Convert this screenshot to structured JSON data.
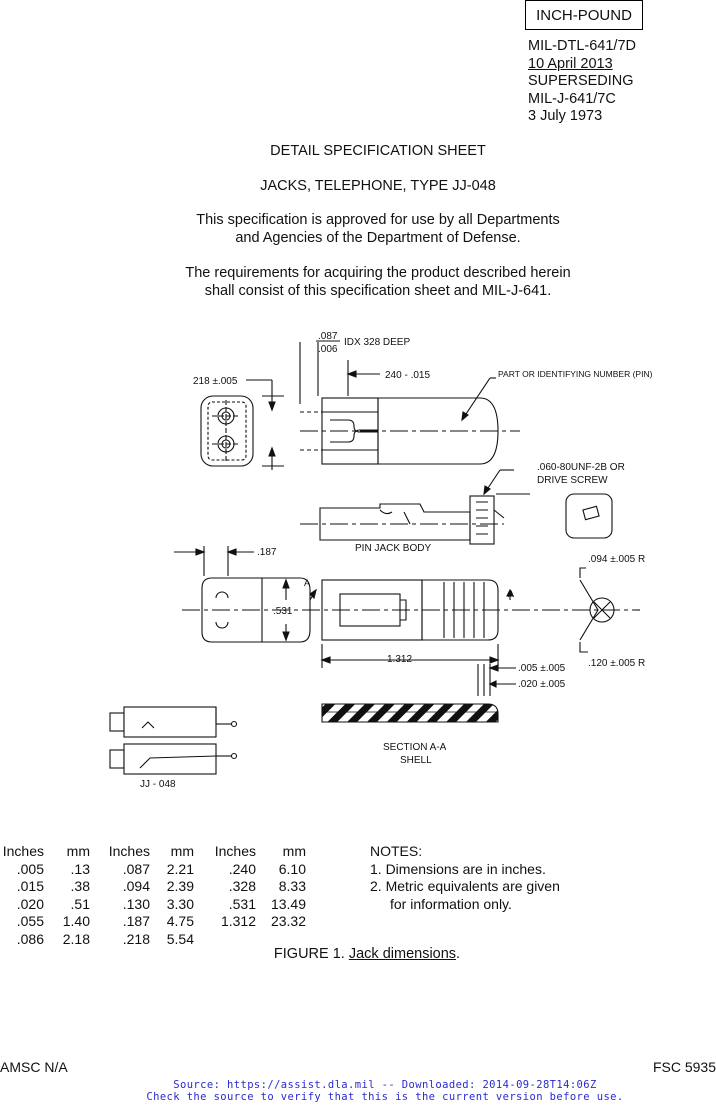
{
  "header": {
    "classification_box": "INCH-POUND",
    "doc_lines": [
      "MIL-DTL-641/7D",
      "10 April 2013",
      "SUPERSEDING",
      "MIL-J-641/7C",
      "3 July 1973"
    ]
  },
  "title": {
    "sheet_type": "DETAIL SPECIFICATION SHEET",
    "subject": "JACKS, TELEPHONE, TYPE JJ-048",
    "approval_lines": [
      "This specification is approved for use by all Departments",
      "and Agencies of the Department of Defense."
    ],
    "requirement_lines": [
      "The requirements for acquiring the product described herein",
      "shall consist of this specification sheet and MIL-J-641."
    ]
  },
  "drawing_labels": {
    "dim_087": ".087",
    "dim_006": ".006",
    "idx": "IDX 328 DEEP",
    "dim_218": "218 ±.005",
    "dim_240": "240 - .015",
    "pin": "PART OR IDENTIFYING NUMBER (PIN)",
    "screw_1": ".060-80UNF-2B OR",
    "screw_2": "DRIVE SCREW",
    "pin_jack_body": "PIN JACK BODY",
    "dim_187": ".187",
    "dim_094": ".094 ±.005 R",
    "section_mark": "A",
    "dim_531": ".531",
    "dim_1312": "1.312",
    "dim_005": ".005 ±.005",
    "dim_020": ".020 ±.005",
    "dim_120": ".120 ±.005 R",
    "section_1": "SECTION A-A",
    "section_2": "SHELL",
    "symbol_label": "JJ - 048"
  },
  "dimension_table": {
    "headers": [
      "Inches",
      "mm",
      "Inches",
      "mm",
      "Inches",
      "mm"
    ],
    "rows": [
      [
        ".005",
        ".13",
        ".087",
        "2.21",
        ".240",
        "6.10"
      ],
      [
        ".015",
        ".38",
        ".094",
        "2.39",
        ".328",
        "8.33"
      ],
      [
        ".020",
        ".51",
        ".130",
        "3.30",
        ".531",
        "13.49"
      ],
      [
        ".055",
        "1.40",
        ".187",
        "4.75",
        "1.312",
        "23.32"
      ],
      [
        ".086",
        "2.18",
        ".218",
        "5.54",
        "",
        ""
      ]
    ]
  },
  "notes": {
    "heading": "NOTES:",
    "items": [
      "1.  Dimensions are in inches.",
      "2.  Metric equivalents are given",
      "for information only."
    ]
  },
  "figure": {
    "prefix": "FIGURE 1. ",
    "title": "Jack dimensions",
    "suffix": "."
  },
  "footer": {
    "left": "AMSC N/A",
    "right": "FSC 5935",
    "source_line_1": "Source: https://assist.dla.mil -- Downloaded: 2014-09-28T14:06Z",
    "source_line_2": "Check the source to verify that this is the current version before use."
  }
}
